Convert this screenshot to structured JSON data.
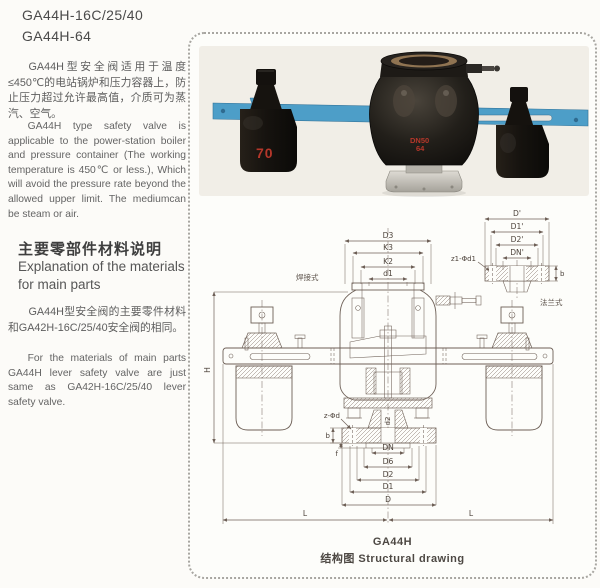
{
  "page": {
    "title_line1": "GA44H-16C/25/40",
    "title_line2": "GA44H-64",
    "intro_zh": "GA44H型安全阀适用于温度≤450℃的电站锅炉和压力容器上，防止压力超过允许最高值，介质可为蒸汽、空气。",
    "intro_en": "GA44H type safety valve is applicable to the power-station boiler and pressure container (The working temperature is 450℃ or less.), Which will avoid the pressure rate beyond the allowed upper limit. The mediumcan be steam or air.",
    "materials_heading_zh": "主要零部件材料说明",
    "materials_heading_en": "Explanation of the materials for main parts",
    "materials_zh": "GA44H型安全阀的主要零件材料和GA42H-16C/25/40安全阀的相同。",
    "materials_en": "For the materials of main parts GA44H lever safety valve are just same as GA42H-16C/25/40 lever safety valve."
  },
  "photo": {
    "weight_left_label": "70",
    "valve_label_line1": "DN50",
    "valve_label_line2": "64",
    "colors": {
      "lever_blue": "#4d9ec8",
      "body_black": "#16130f",
      "label_red": "#c13a28",
      "photo_bg": "#f1eee7"
    }
  },
  "drawing": {
    "caption_model": "GA44H",
    "caption_text": "结构图 Structural drawing",
    "label_weld": "焊接式",
    "label_flange": "法兰式",
    "dims": {
      "D3": "D3",
      "K3": "K3",
      "K2": "K2",
      "d1": "d1",
      "Dp": "D'",
      "D1p": "D1'",
      "D2p": "D2'",
      "DNp": "DN'",
      "z1d1": "z1-Φd1",
      "bp": "b",
      "zd": "z-Φd",
      "b": "b",
      "f": "f",
      "d2": "d2",
      "DN": "DN",
      "D6": "D6",
      "D2": "D2",
      "D1": "D1",
      "D": "D",
      "H": "H",
      "L_left": "L",
      "L_right": "L"
    }
  }
}
